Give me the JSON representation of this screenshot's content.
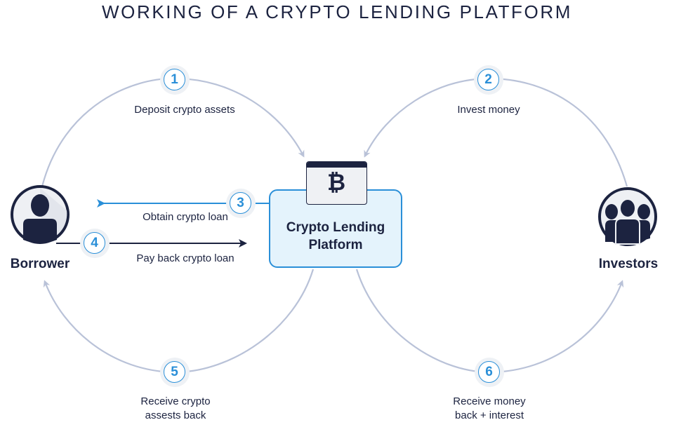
{
  "title": "WORKING OF A CRYPTO LENDING PLATFORM",
  "colors": {
    "navy": "#1c2340",
    "accent_blue": "#2a8fd8",
    "arc_gray": "#b9c2d8",
    "platform_fill": "#e4f3fc",
    "badge_bg": "#eef1f5"
  },
  "actors": {
    "borrower": {
      "label": "Borrower",
      "icon": "user-icon"
    },
    "investors": {
      "label": "Investors",
      "icon": "group-icon"
    }
  },
  "platform": {
    "line1": "Crypto Lending",
    "line2": "Platform",
    "icon": "bitcoin-browser-icon",
    "symbol": "₿",
    "window_dots": "•••"
  },
  "steps": [
    {
      "number": "1",
      "label": "Deposit crypto assets"
    },
    {
      "number": "2",
      "label": "Invest money"
    },
    {
      "number": "3",
      "label": "Obtain crypto loan"
    },
    {
      "number": "4",
      "label": "Pay back crypto loan"
    },
    {
      "number": "5",
      "label_line1": "Receive crypto",
      "label_line2": "assests back"
    },
    {
      "number": "6",
      "label_line1": "Receive money",
      "label_line2": "back + interest"
    }
  ]
}
